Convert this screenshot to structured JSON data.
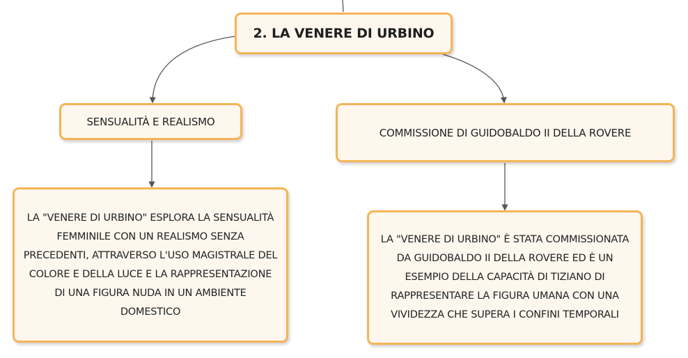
{
  "map": {
    "root": {
      "title": "2. LA VENERE DI URBINO"
    },
    "left": {
      "topic": "SENSUALITÀ E REALISMO",
      "detail": "LA \"VENERE DI URBINO\" ESPLORA LA SENSUALITÀ FEMMINILE CON UN REALISMO SENZA PRECEDENTI, ATTRAVERSO L'USO MAGISTRALE DEL COLORE E DELLA LUCE E LA RAPPRESENTAZIONE DI UNA FIGURA NUDA IN UN AMBIENTE DOMESTICO"
    },
    "right": {
      "topic": "COMMISSIONE DI GUIDOBALDO II DELLA ROVERE",
      "detail": "LA \"VENERE DI URBINO\" È STATA COMMISSIONATA DA GUIDOBALDO II DELLA ROVERE ED È UN ESEMPIO DELLA CAPACITÀ DI TIZIANO DI RAPPRESENTARE LA FIGURA UMANA CON UNA VIVIDEZZA CHE SUPERA I CONFINI TEMPORALI"
    }
  },
  "colors": {
    "node_border": "#f5b456",
    "node_fill": "#fdf7ee",
    "connector": "#555555",
    "text": "#222222"
  }
}
